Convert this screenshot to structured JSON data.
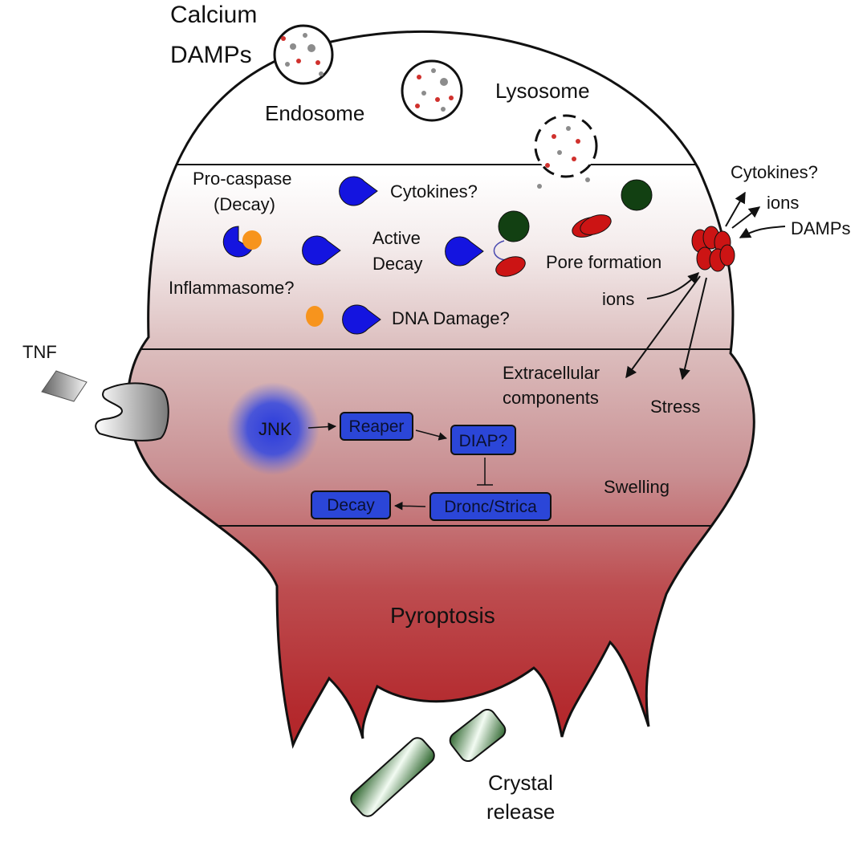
{
  "legend": {
    "calcium": "Calcium",
    "damps": "DAMPs",
    "calcium_color": "#8c8c8c",
    "damps_color": "#d0312d"
  },
  "organelles": {
    "endosome": "Endosome",
    "lysosome": "Lysosome"
  },
  "cytoplasm": {
    "procaspase": [
      "Pro-caspase",
      "(Decay)"
    ],
    "cytokines_q": "Cytokines?",
    "active_decay": [
      "Active",
      "Decay"
    ],
    "pore_formation": "Pore formation",
    "inflammasome_q": "Inflammasome?",
    "dna_damage_q": "DNA Damage?"
  },
  "pore_signals": {
    "cytokines_q": "Cytokines?",
    "ions_out": "ions",
    "damps": "DAMPs",
    "ions_in": "ions",
    "extracellular": [
      "Extracellular",
      "components"
    ],
    "stress": "Stress"
  },
  "signaling": {
    "tnf": "TNF",
    "jnk": "JNK",
    "reaper": "Reaper",
    "diap": "DIAP?",
    "dronc": "Dronc/Strica",
    "decay": "Decay",
    "swelling": "Swelling"
  },
  "outcome": {
    "pyroptosis": "Pyroptosis",
    "crystal_release": [
      "Crystal",
      "release"
    ]
  },
  "colors": {
    "caspase_blue": "#1414e0",
    "inhibitor_orange": "#f7941d",
    "pore_red": "#cc1414",
    "crystal_green": "#2a6a2a",
    "box_blue": "#2b46d8"
  }
}
